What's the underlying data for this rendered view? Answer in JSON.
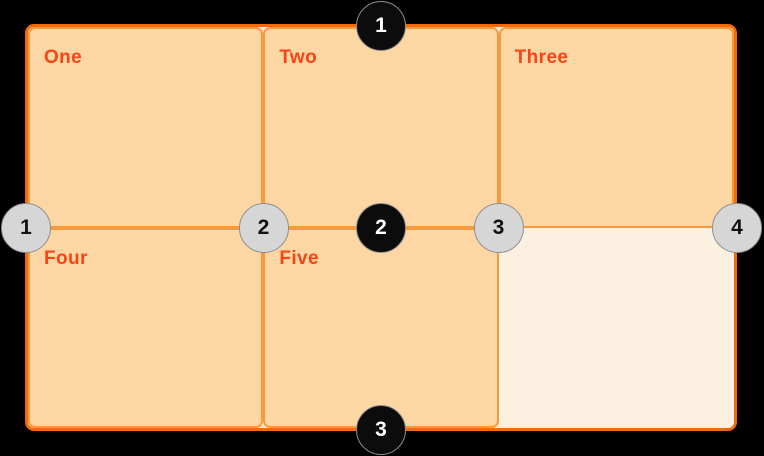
{
  "diagram": {
    "type": "css-grid-line-numbers",
    "grid": {
      "columns": 3,
      "rows": 2,
      "cells": [
        {
          "label": "One"
        },
        {
          "label": "Two"
        },
        {
          "label": "Three"
        },
        {
          "label": "Four"
        },
        {
          "label": "Five"
        },
        {
          "label": ""
        }
      ]
    },
    "row_line_markers": [
      "1",
      "2",
      "3"
    ],
    "column_line_markers": [
      "1",
      "2",
      "3",
      "4"
    ]
  },
  "colors": {
    "page-bg": "#000000",
    "container-fill": "#fcf1e1",
    "container-border": "#f4690b",
    "cell-fill": "#fcd6a3",
    "cell-border": "#f59b3d",
    "cell-label": "#f74517",
    "row-marker-fill": "#0c0c0c",
    "row-marker-text": "#ffffff",
    "col-marker-fill": "#d6d6d6",
    "col-marker-text": "#111111",
    "marker-ring": "#8f8f8f"
  }
}
